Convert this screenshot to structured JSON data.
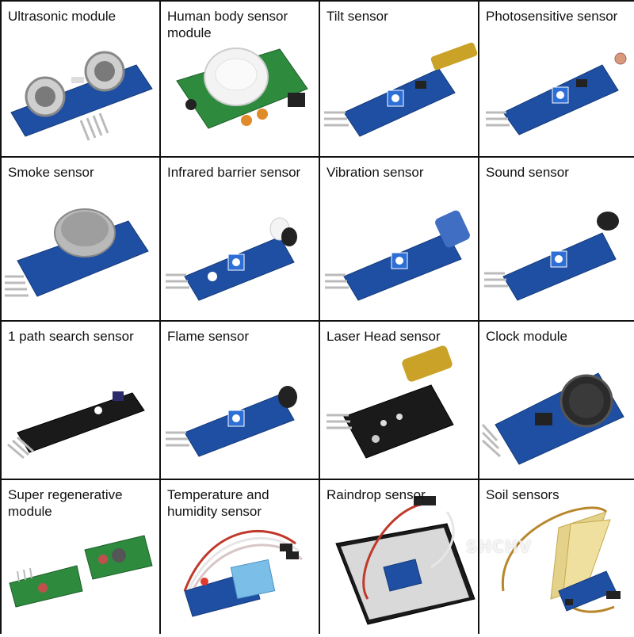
{
  "sensors": [
    {
      "label": "Ultrasonic module"
    },
    {
      "label": "Human body sensor module"
    },
    {
      "label": "Tilt sensor"
    },
    {
      "label": "Photosensitive sensor"
    },
    {
      "label": "Smoke sensor"
    },
    {
      "label": "Infrared barrier sensor"
    },
    {
      "label": "Vibration sensor"
    },
    {
      "label": "Sound sensor"
    },
    {
      "label": "1 path search sensor"
    },
    {
      "label": "Flame sensor"
    },
    {
      "label": "Laser Head sensor"
    },
    {
      "label": "Clock module"
    },
    {
      "label": "Super regenerative module"
    },
    {
      "label": "Temperature and humidity sensor"
    },
    {
      "label": "Raindrop sensor"
    },
    {
      "label": "Soil sensors"
    }
  ],
  "watermark": "SHCHV",
  "colors": {
    "pcb_blue": "#1f4fa3",
    "pcb_black": "#1a1a1a",
    "pcb_green": "#2e8b3e",
    "pin_silver": "#bdbdbd",
    "pot_blue": "#2d6fd6"
  }
}
